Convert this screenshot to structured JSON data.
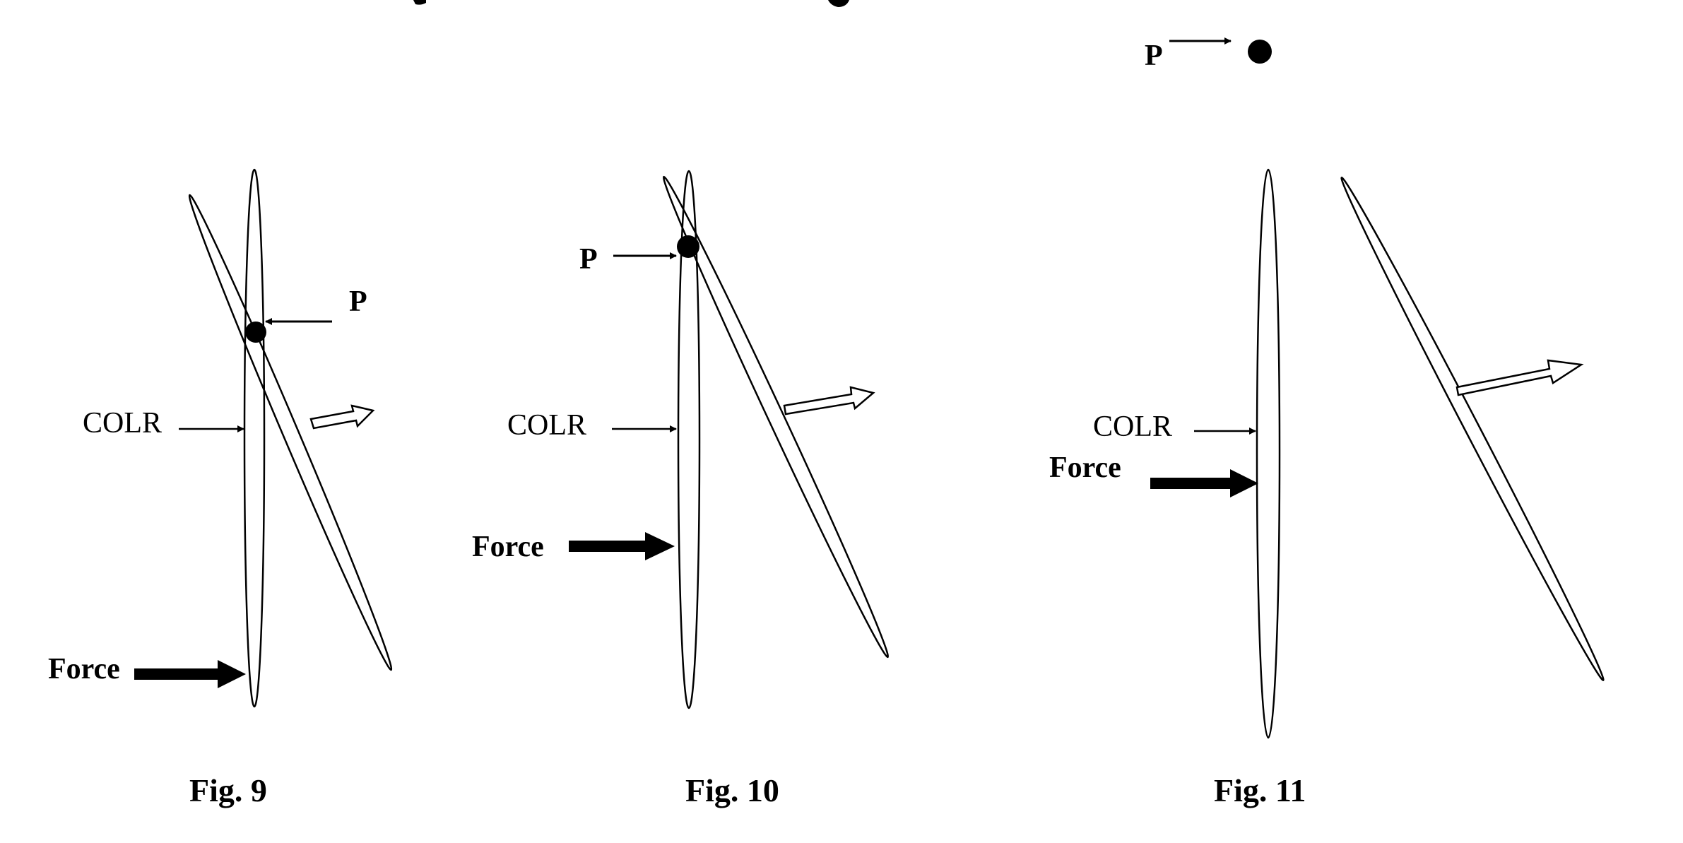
{
  "figures": [
    {
      "caption": "Fig. 9",
      "point_label": "P",
      "colr_label": "COLR",
      "force_label": "Force"
    },
    {
      "caption": "Fig. 10",
      "point_label": "P",
      "colr_label": "COLR",
      "force_label": "Force"
    },
    {
      "caption": "Fig. 11",
      "point_label": "P",
      "colr_label": "COLR",
      "force_label": "Force"
    }
  ],
  "colors": {
    "ink": "#000000",
    "background": "#ffffff"
  }
}
